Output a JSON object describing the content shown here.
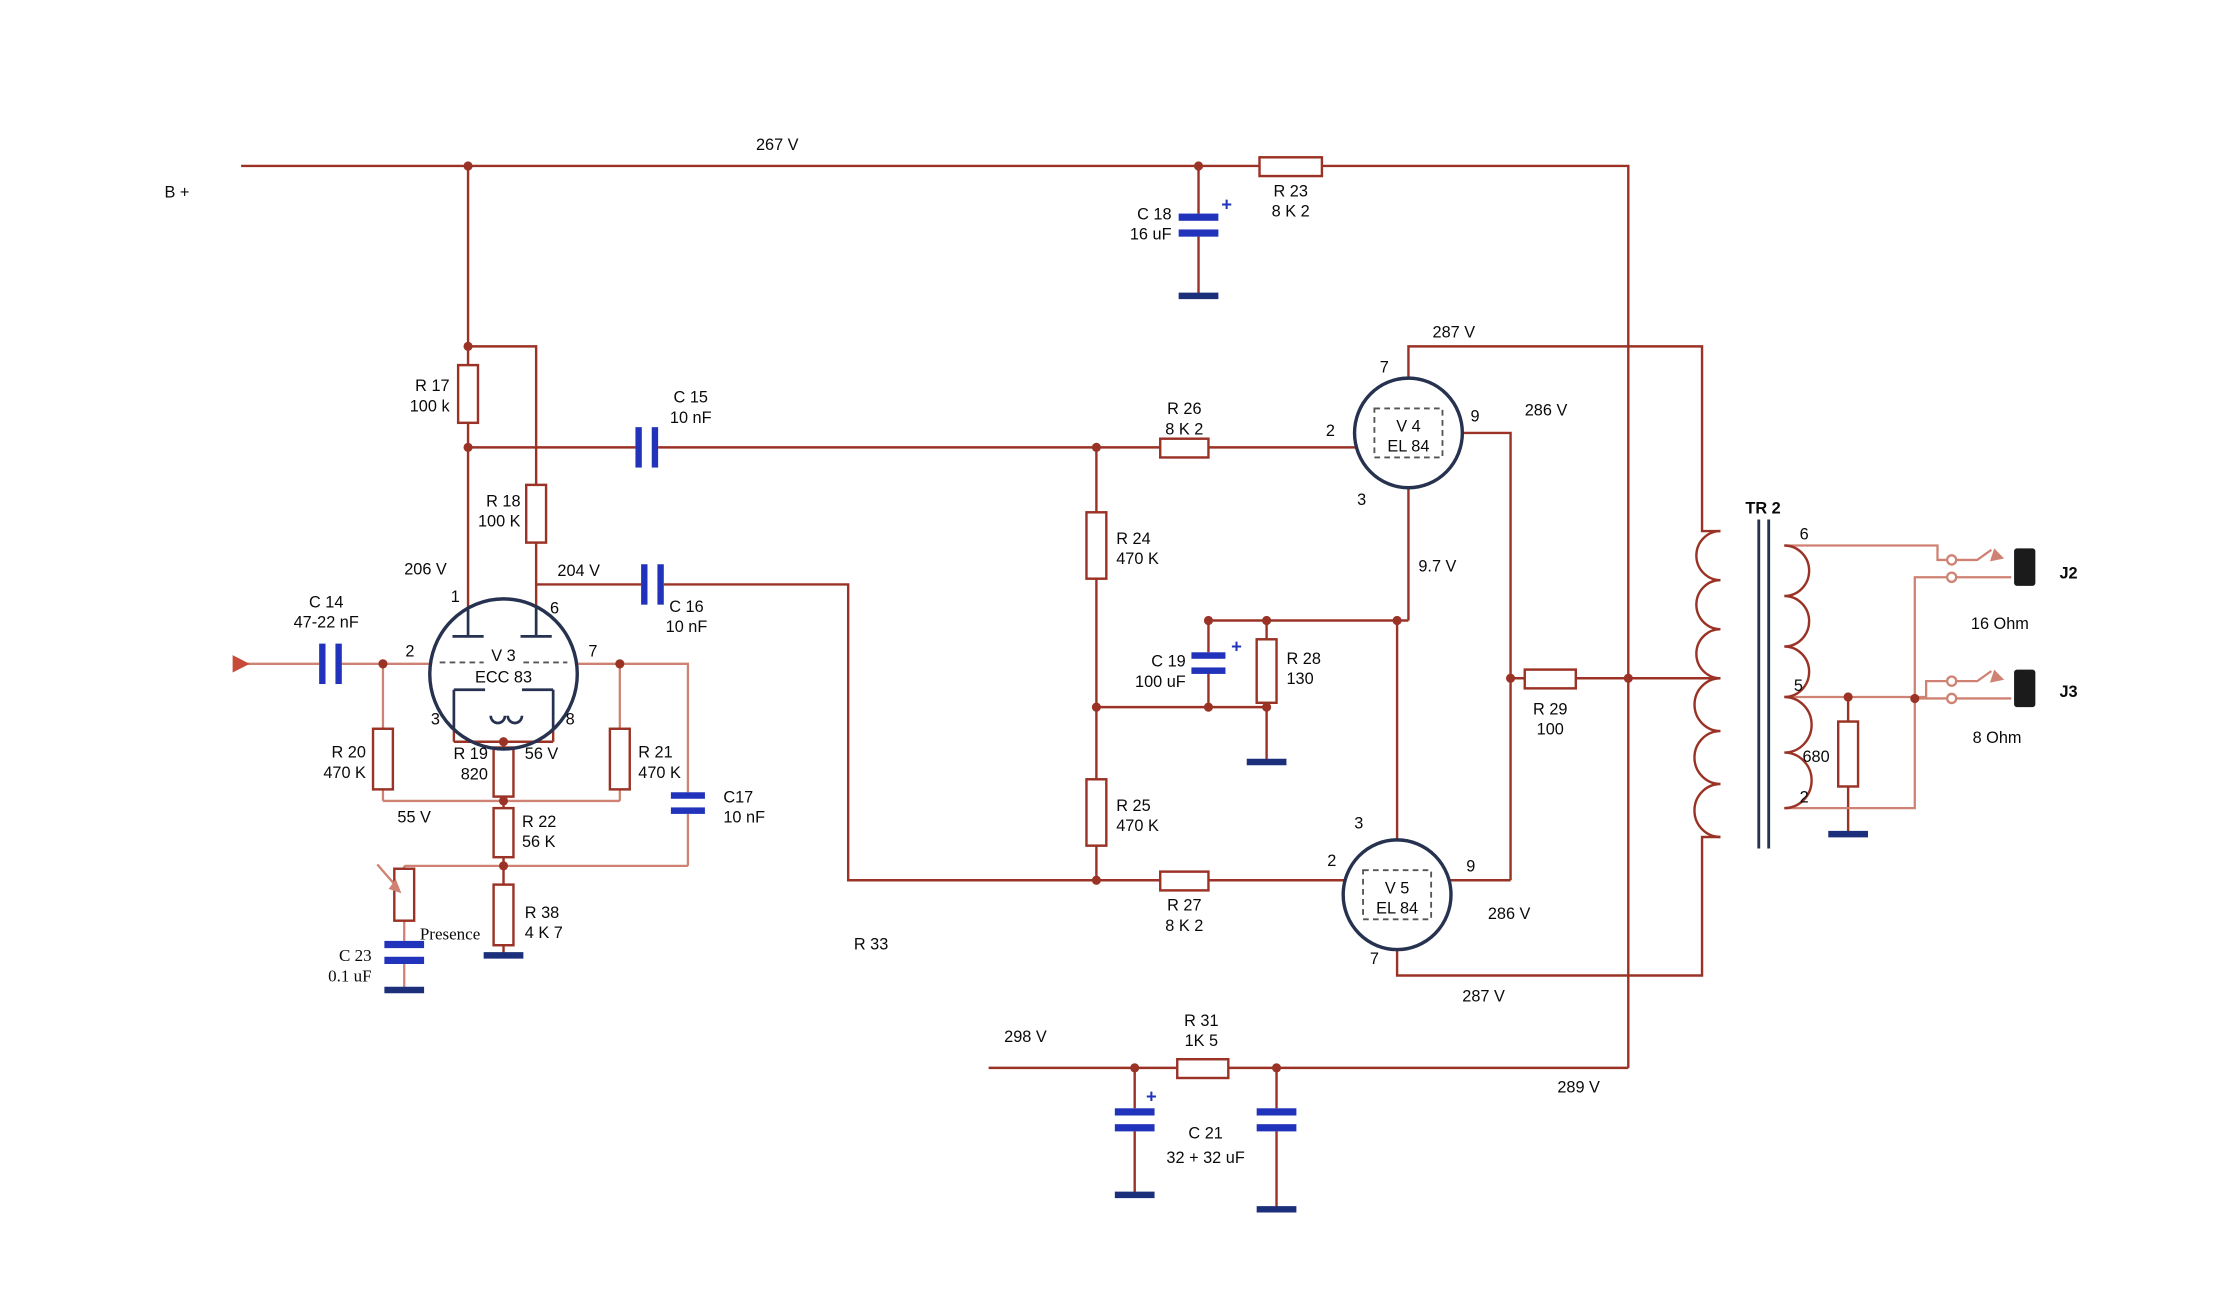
{
  "labels": {
    "b_plus": "B +",
    "presence": "Presence",
    "r33": "R 33",
    "tr2": "TR 2",
    "plus": "+"
  },
  "tubes": {
    "v3": {
      "id": "V 3",
      "type": "ECC 83",
      "pin1": "1",
      "pin6": "6",
      "pin2": "2",
      "pin7": "7",
      "pin3": "3",
      "pin8": "8"
    },
    "v4": {
      "id": "V 4",
      "type": "EL 84",
      "pin7": "7",
      "pin2": "2",
      "pin9": "9",
      "pin3": "3"
    },
    "v5": {
      "id": "V 5",
      "type": "EL 84",
      "pin3": "3",
      "pin2": "2",
      "pin9": "9",
      "pin7": "7"
    }
  },
  "resistors": {
    "r17": {
      "name": "R 17",
      "value": "100 k"
    },
    "r18": {
      "name": "R 18",
      "value": "100 K"
    },
    "r19": {
      "name": "R 19",
      "value": "820"
    },
    "r20": {
      "name": "R 20",
      "value": "470 K"
    },
    "r21": {
      "name": "R 21",
      "value": "470 K"
    },
    "r22": {
      "name": "R 22",
      "value": "56 K"
    },
    "r23": {
      "name": "R 23",
      "value": "8 K 2"
    },
    "r24": {
      "name": "R 24",
      "value": "470 K"
    },
    "r25": {
      "name": "R 25",
      "value": "470 K"
    },
    "r26": {
      "name": "R 26",
      "value": "8 K 2"
    },
    "r27": {
      "name": "R 27",
      "value": "8 K 2"
    },
    "r28": {
      "name": "R 28",
      "value": "130"
    },
    "r29": {
      "name": "R 29",
      "value": "100"
    },
    "r31": {
      "name": "R 31",
      "value": "1K 5"
    },
    "r38": {
      "name": "R 38",
      "value": "4 K 7"
    },
    "r680": {
      "value": "680"
    }
  },
  "capacitors": {
    "c14": {
      "name": "C 14",
      "value": "47-22 nF"
    },
    "c15": {
      "name": "C 15",
      "value": "10 nF"
    },
    "c16": {
      "name": "C 16",
      "value": "10 nF"
    },
    "c17": {
      "name": "C17",
      "value": "10 nF"
    },
    "c18": {
      "name": "C 18",
      "value": "16 uF"
    },
    "c19": {
      "name": "C 19",
      "value": "100 uF"
    },
    "c21": {
      "name": "C 21",
      "value": "32 + 32 uF"
    },
    "c23": {
      "name": "C 23",
      "value": "0.1 uF"
    }
  },
  "transformer": {
    "tap6": "6",
    "tap5": "5",
    "tap2": "2"
  },
  "jacks": {
    "j2": {
      "name": "J2",
      "impedance": "16 Ohm"
    },
    "j3": {
      "name": "J3",
      "impedance": "8 Ohm"
    }
  },
  "voltages": {
    "rail": "267 V",
    "anode1": "206 V",
    "anode2": "204 V",
    "cathode_v3": "56 V",
    "tail": "55 V",
    "v4_anode": "287 V",
    "v4_screen": "286 V",
    "el84_cathode": "9.7 V",
    "v5_screen": "286 V",
    "v5_anode": "287 V",
    "reservoir": "298 V",
    "screen_supply": "289 V"
  },
  "colors": {
    "wire": "#9a3326",
    "wire_light": "#cf8273",
    "capacitor": "#2233bb",
    "ground": "#1c2f7a",
    "tube": "#26324f"
  }
}
